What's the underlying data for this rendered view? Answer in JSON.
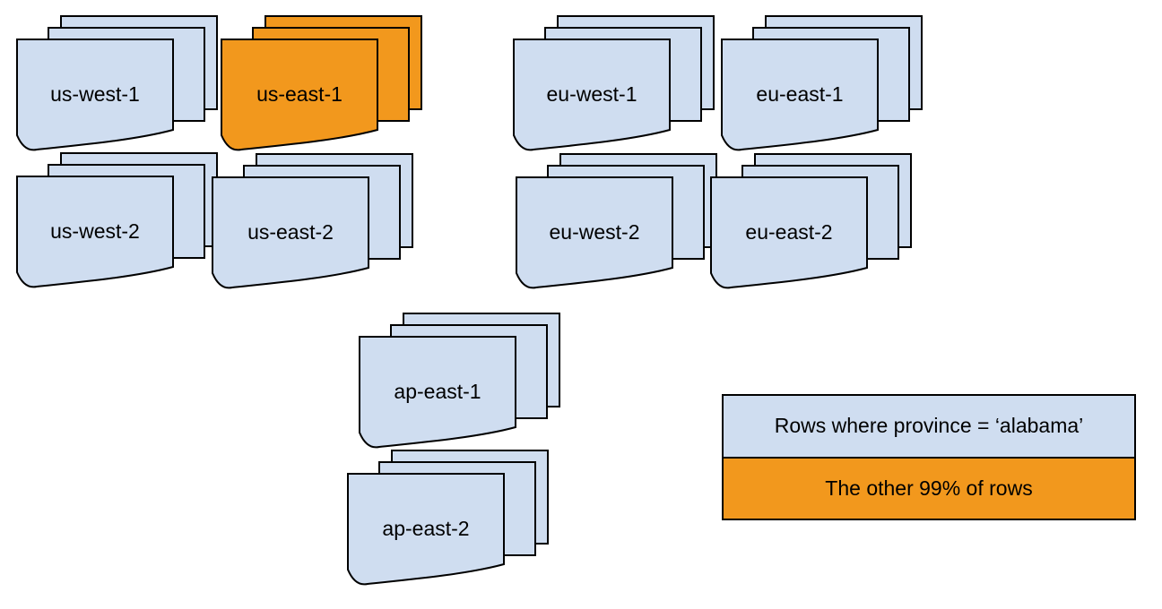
{
  "diagram": {
    "colors": {
      "page_blue": "#cfddf0",
      "highlight_orange": "#f2981d",
      "outline": "#000000",
      "text": "#000000"
    },
    "stacks": [
      {
        "label": "us-west-1",
        "variant": "blue"
      },
      {
        "label": "us-east-1",
        "variant": "orange"
      },
      {
        "label": "eu-west-1",
        "variant": "blue"
      },
      {
        "label": "eu-east-1",
        "variant": "blue"
      },
      {
        "label": "us-west-2",
        "variant": "blue"
      },
      {
        "label": "us-east-2",
        "variant": "blue"
      },
      {
        "label": "eu-west-2",
        "variant": "blue"
      },
      {
        "label": "eu-east-2",
        "variant": "blue"
      },
      {
        "label": "ap-east-1",
        "variant": "blue"
      },
      {
        "label": "ap-east-2",
        "variant": "blue"
      }
    ],
    "legend": {
      "items": [
        {
          "label": "Rows where province = ‘alabama’",
          "color": "#cfddf0"
        },
        {
          "label": "The other 99% of rows",
          "color": "#f2981d"
        }
      ]
    }
  }
}
